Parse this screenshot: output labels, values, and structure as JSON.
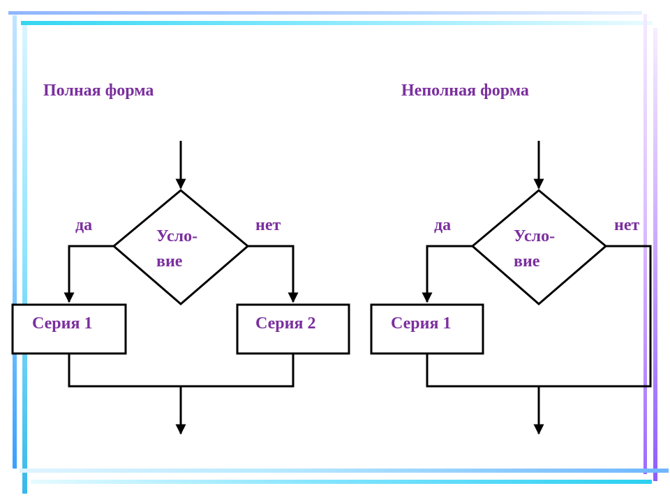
{
  "left": {
    "title": "Полная форма",
    "yes_label": "да",
    "no_label": "нет",
    "condition_line1": "Усло-",
    "condition_line2": "вие",
    "series1": "Серия 1",
    "series2": "Серия 2"
  },
  "right": {
    "title": "Неполная форма",
    "yes_label": "да",
    "no_label": "нет",
    "condition_line1": "Усло-",
    "condition_line2": "вие",
    "series1": "Серия 1"
  },
  "colors": {
    "text_accent": "#7b2f9e",
    "line": "#000000"
  }
}
